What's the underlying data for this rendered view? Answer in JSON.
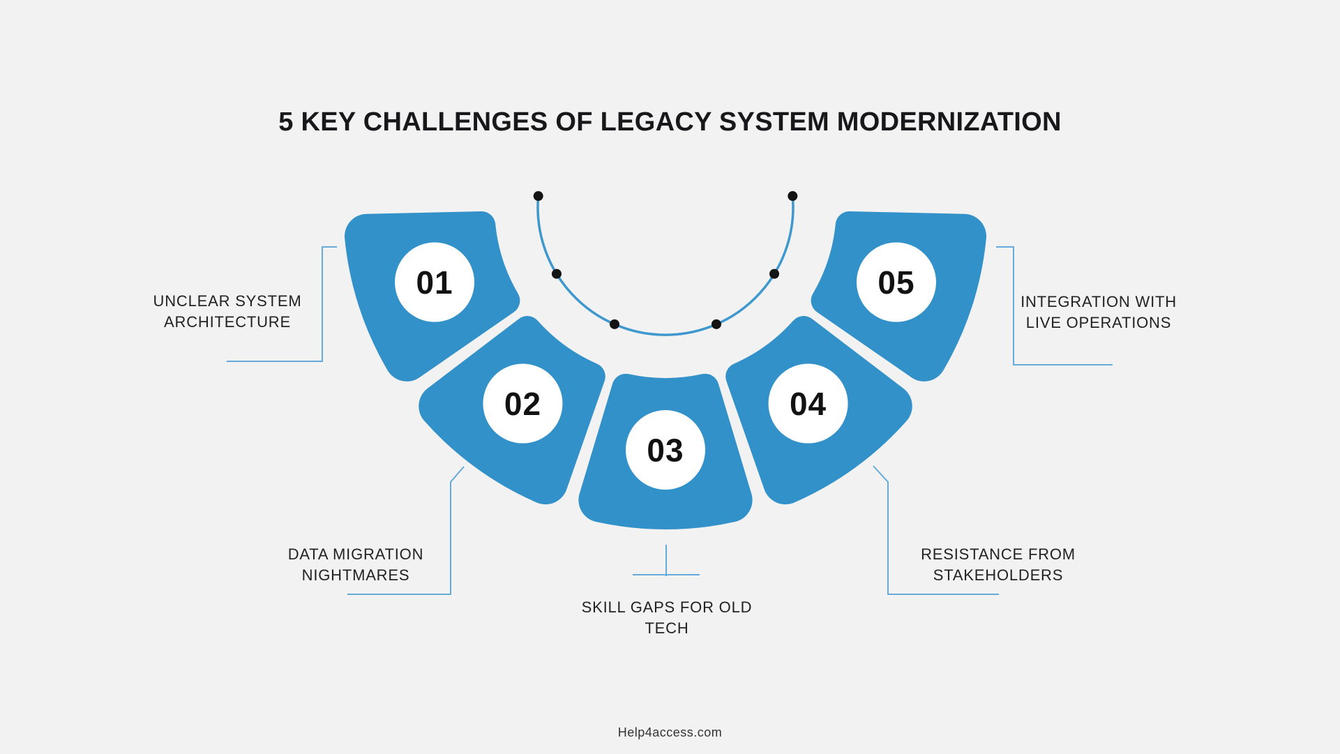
{
  "title": "5 KEY CHALLENGES OF LEGACY SYSTEM MODERNIZATION",
  "footer": "Help4access.com",
  "colors": {
    "background": "#f2f2f2",
    "wedge": "#3191c8",
    "arc_stroke": "#3e98ce",
    "connector_line": "#66aad9",
    "dot": "#141414",
    "title_text": "#18181b",
    "label_text": "#222222",
    "number_text": "#121212",
    "number_circle_fill": "#ffffff"
  },
  "segments": [
    {
      "number": "01",
      "label": "UNCLEAR SYSTEM\nARCHITECTURE"
    },
    {
      "number": "02",
      "label": "DATA MIGRATION\nNIGHTMARES"
    },
    {
      "number": "03",
      "label": "SKILL GAPS FOR OLD\nTECH"
    },
    {
      "number": "04",
      "label": "RESISTANCE FROM\nSTAKEHOLDERS"
    },
    {
      "number": "05",
      "label": "INTEGRATION WITH\nLIVE OPERATIONS"
    }
  ]
}
